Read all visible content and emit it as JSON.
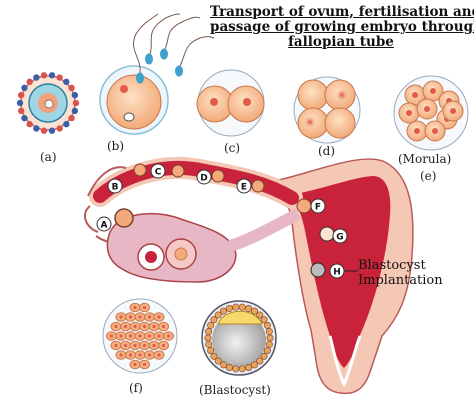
{
  "title": {
    "line1": "Transport of ovum, fertilisation and",
    "line2": "passage of growing embryo through",
    "line3": "fallopian tube"
  },
  "stage_labels": {
    "a": "(a)",
    "b": "(b)",
    "c": "(c)",
    "d": "(d)",
    "morula": "(Morula)",
    "e": "(e)",
    "f": "(f)",
    "blastocyst": "(Blastocyst)"
  },
  "markers": [
    "A",
    "B",
    "C",
    "D",
    "E",
    "F",
    "G",
    "H"
  ],
  "implantation": {
    "line1": "Blastocyst",
    "line2": "Implantation"
  },
  "colors": {
    "uterus_wall": "#f5c7b5",
    "uterus_cavity": "#c8233a",
    "tube": "#c8233a",
    "ovary": "#e7b7c6",
    "cell": "#f7b98c",
    "cell_highlight": "#fde2c4",
    "nucleus": "#e55a4b",
    "sperm_head": "#3ea2cf"
  }
}
